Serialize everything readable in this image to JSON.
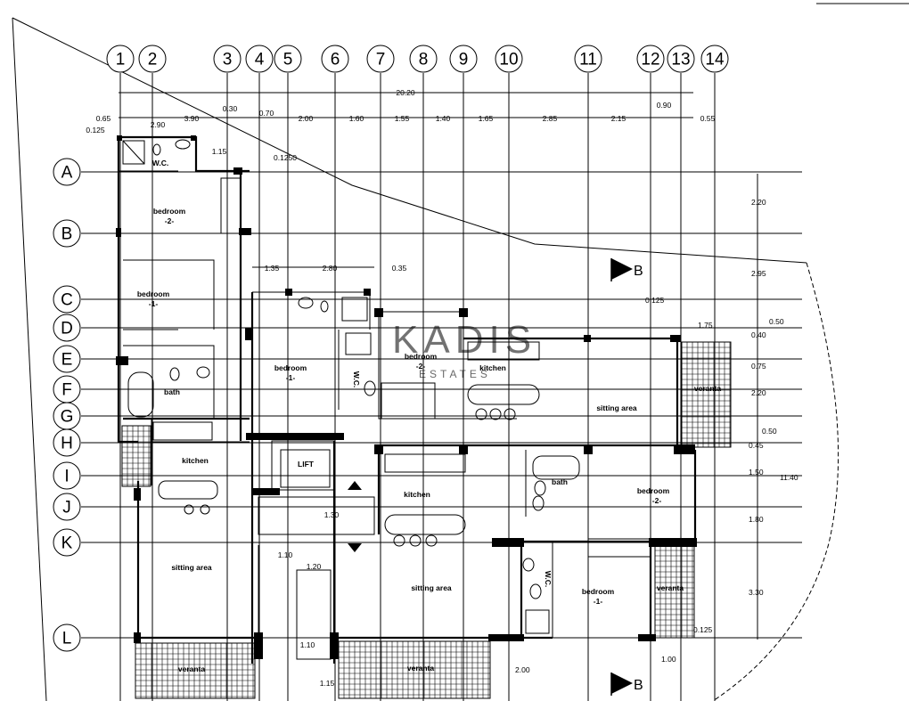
{
  "axes_vertical": [
    "1",
    "2",
    "3",
    "4",
    "5",
    "6",
    "7",
    "8",
    "9",
    "10",
    "11",
    "12",
    "13",
    "14"
  ],
  "axes_horizontal": [
    "A",
    "B",
    "C",
    "D",
    "E",
    "F",
    "G",
    "H",
    "I",
    "J",
    "K",
    "L"
  ],
  "top_total": "20.20",
  "top_dims": [
    "0.65",
    "2.90",
    "3.90",
    "0.30",
    "0.70",
    "2.00",
    "1.60",
    "1.55",
    "1.40",
    "1.65",
    "2.85",
    "2.15",
    "0.90",
    "0.55"
  ],
  "top_extra": [
    "0.125",
    "1.15",
    "0.1250"
  ],
  "mid_dims": [
    "1.35",
    "2.80",
    "0.35"
  ],
  "right_dims": [
    "2.20",
    "2.95",
    "0.125",
    "1.75",
    "0.50",
    "0.40",
    "0.75",
    "2.20",
    "0.50",
    "0.45",
    "1.50",
    "11.40",
    "1.80",
    "3.30",
    "0.125",
    "1.00",
    "2.00"
  ],
  "stair_dims": [
    "1.10",
    "1.20",
    "1.10",
    "1.15",
    "1.30"
  ],
  "rooms": {
    "wc1": "W.C.",
    "bedroom2_left": "bedroom",
    "bedroom2_left_n": "-2-",
    "bedroom1_left": "bedroom",
    "bedroom1_left_n": "-1-",
    "bath_left": "bath",
    "kitchen_left": "kitchen",
    "sitting_left": "sitting area",
    "veranta_left": "veranta",
    "bedroom1_mid": "bedroom",
    "bedroom1_mid_n": "-1-",
    "wc_mid": "W.C.",
    "bedroom2_mid": "bedroom",
    "bedroom2_mid_n": "-2-",
    "kitchen_mid": "kitchen",
    "sitting_mid": "sitting area",
    "veranta_right_top": "veranta",
    "lift": "LIFT",
    "kitchen_center": "kitchen",
    "sitting_center": "sitting area",
    "veranta_center": "veranta",
    "bath_right": "bath",
    "bedroom2_right": "bedroom",
    "bedroom2_right_n": "-2-",
    "wc_right": "W.C.",
    "bedroom1_right": "bedroom",
    "bedroom1_right_n": "-1-",
    "veranta_right_bottom": "veranta"
  },
  "section_mark": "B",
  "watermark": {
    "main": "KADIS",
    "sub": "ESTATES"
  }
}
